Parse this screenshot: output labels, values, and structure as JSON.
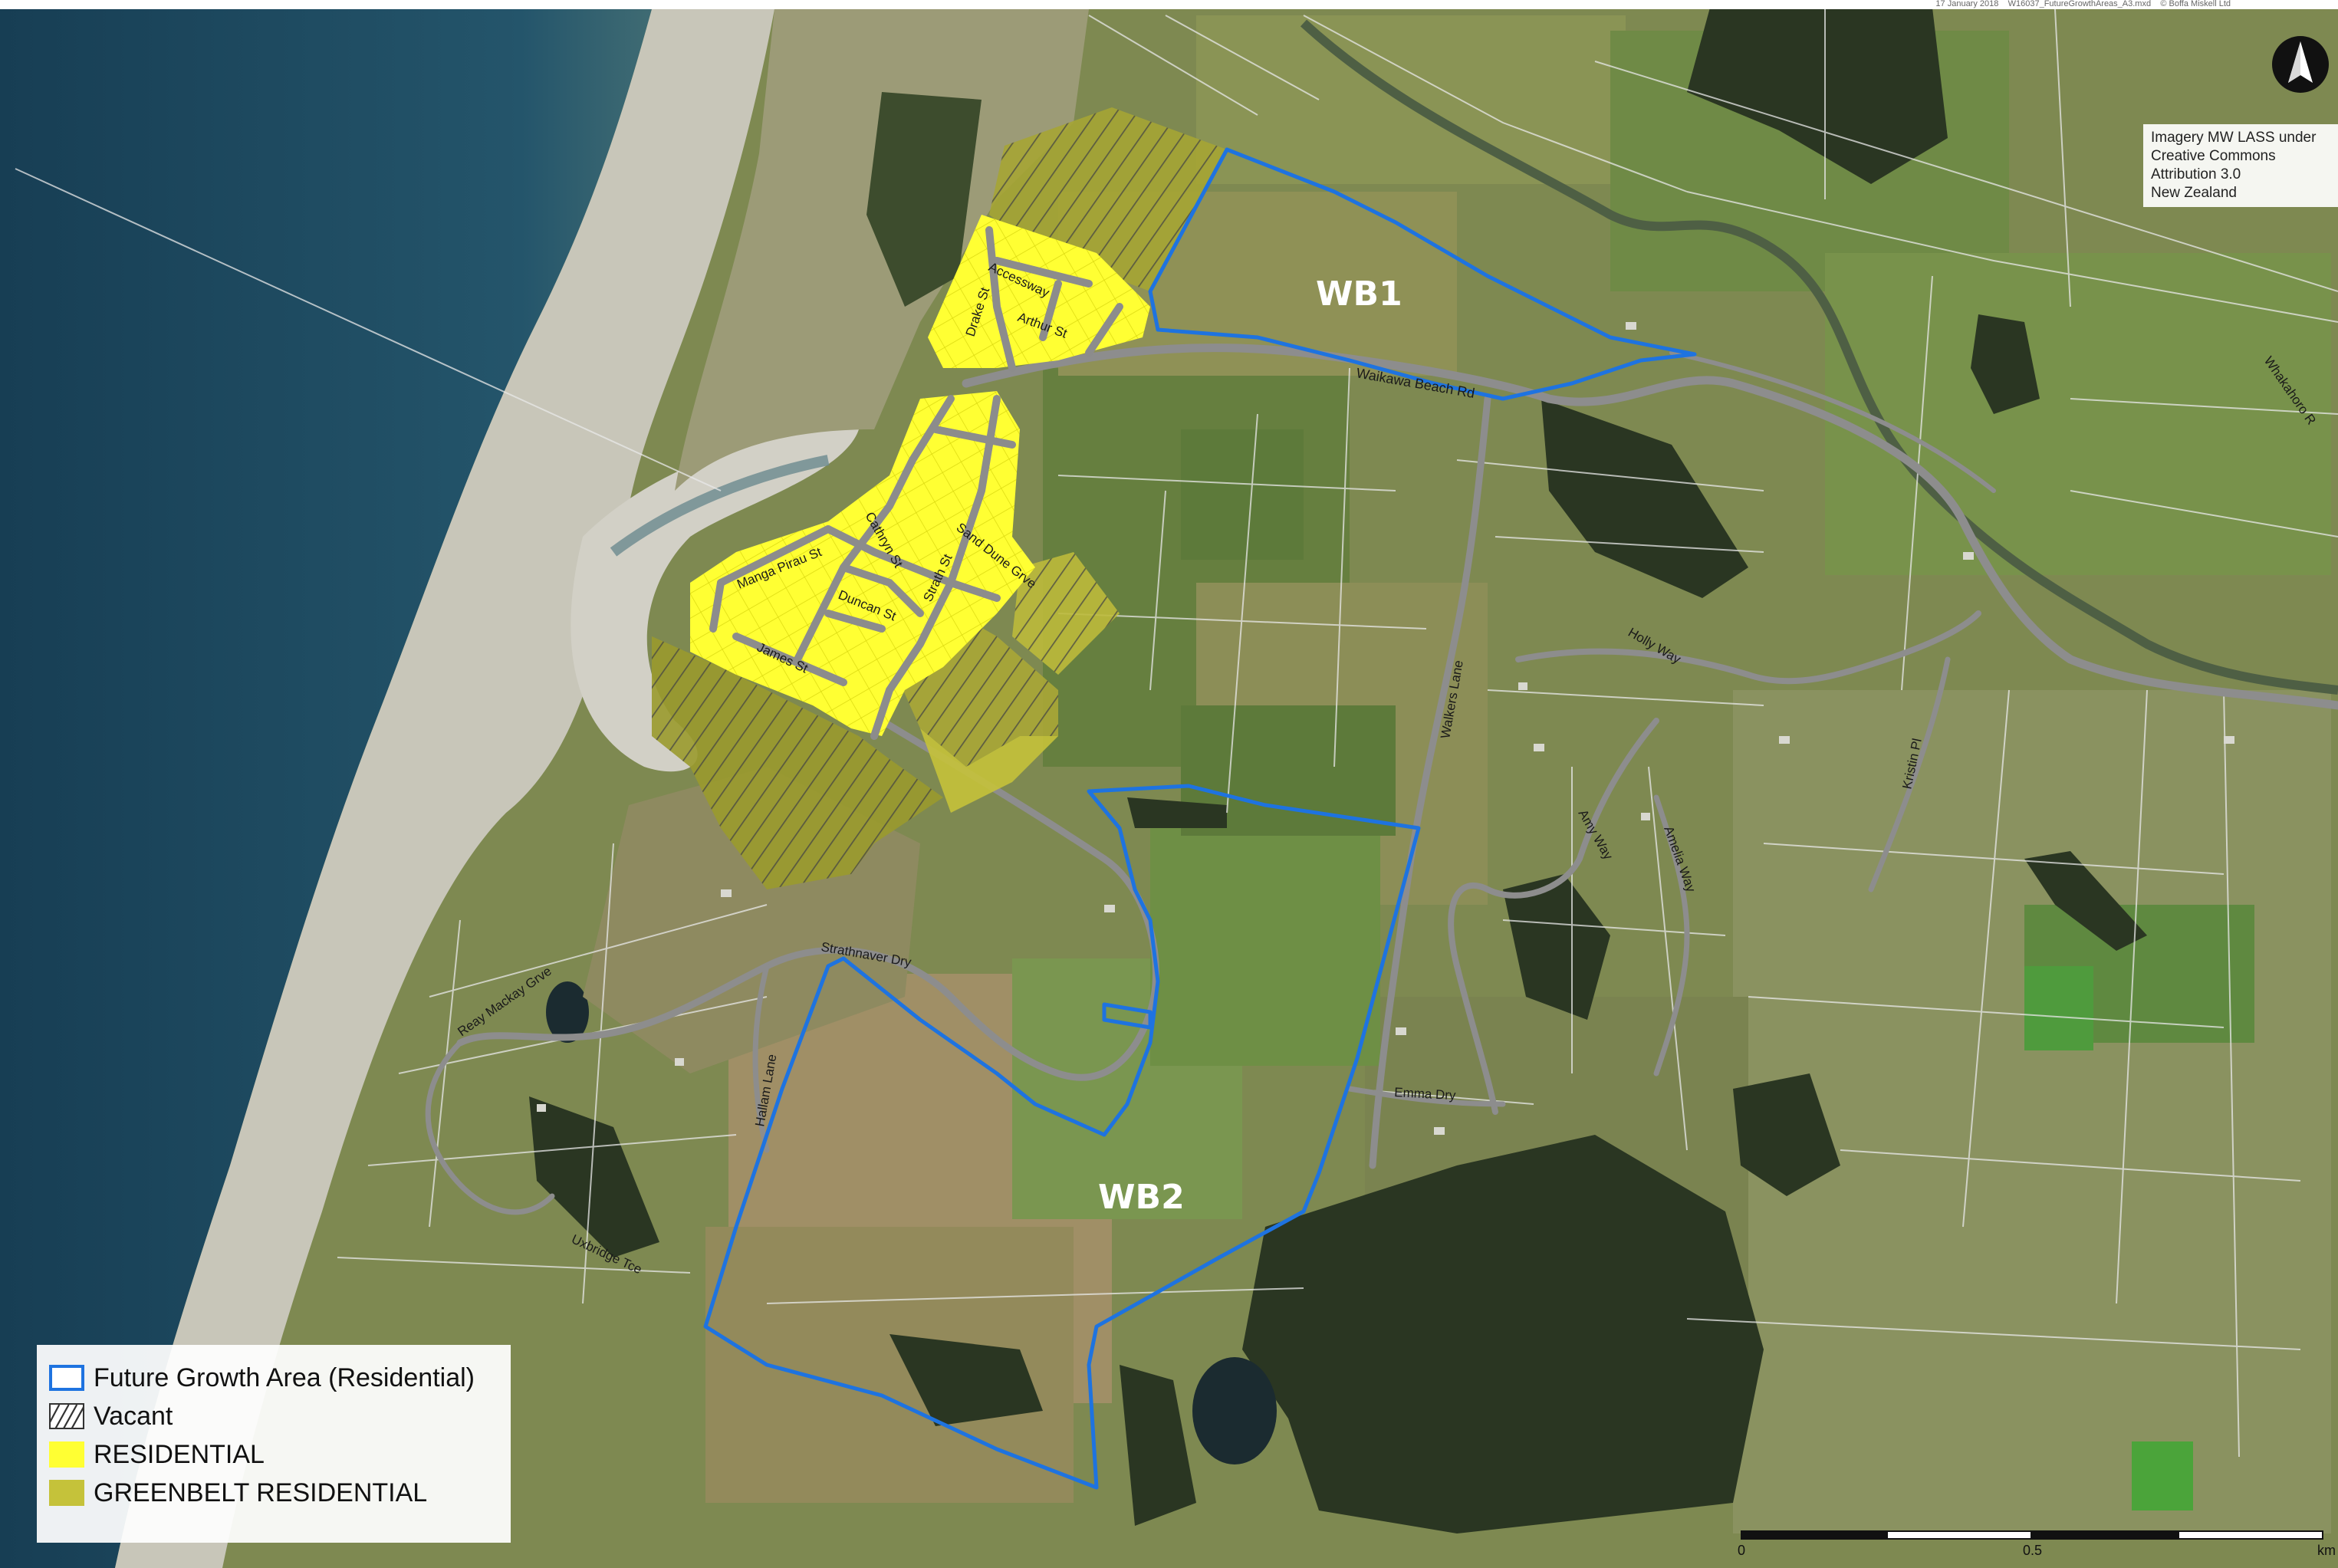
{
  "header": {
    "date": "17 January 2018",
    "file": "W16037_FutureGrowthAreas_A3.mxd",
    "copyright": "© Boffa Miskell Ltd"
  },
  "attribution": {
    "lines": [
      "Imagery MW LASS under",
      "Creative Commons",
      "Attribution 3.0",
      "New Zealand"
    ]
  },
  "areas": {
    "wb1": "WB1",
    "wb2": "WB2"
  },
  "streets": {
    "accessway": "Accessway",
    "drake_st": "Drake St",
    "arthur_st": "Arthur St",
    "waikawa_beach_rd": "Waikawa Beach Rd",
    "manga_pirau_st": "Manga Pirau St",
    "cathryn_st": "Cathryn St",
    "strath_st": "Strath St",
    "sand_dune_grove": "Sand Dune Grve",
    "duncan_st": "Duncan St",
    "james_st": "James St",
    "holly_way": "Holly Way",
    "walkers_lane": "Walkers Lane",
    "kristin_pl": "Kristin Pl",
    "amy_way": "Amy Way",
    "amelia_way": "Amelia Way",
    "whakahoro_rd": "Whakahoro R",
    "strathnaver_dry": "Strathnaver Dry",
    "reay_mackay_grve": "Reay Mackay Grve",
    "hallam_lane": "Hallam Lane",
    "uxbridge_tce": "Uxbridge Tce",
    "emma_dry": "Emma Dry"
  },
  "legend": {
    "items": [
      {
        "label": "Future Growth Area (Residential)",
        "kind": "outline",
        "color": "#1e73e0"
      },
      {
        "label": "Vacant",
        "kind": "hatch",
        "color": "#333333"
      },
      {
        "label": "RESIDENTIAL",
        "kind": "fill",
        "color": "#ffff33"
      },
      {
        "label": "GREENBELT RESIDENTIAL",
        "kind": "fill",
        "color": "#c5c23a"
      }
    ]
  },
  "scale": {
    "labels": [
      "0",
      "0.5",
      "km"
    ]
  },
  "colors": {
    "sea": "#1e4a60",
    "beach": "#c9c6b8",
    "farmland": "#7f8a52",
    "forest": "#27331f",
    "growth_outline": "#1e73e0",
    "residential": "#ffff33",
    "greenbelt": "#c5c23a",
    "road": "#8a8a8a"
  },
  "icons": {
    "north": "north-arrow-icon"
  }
}
